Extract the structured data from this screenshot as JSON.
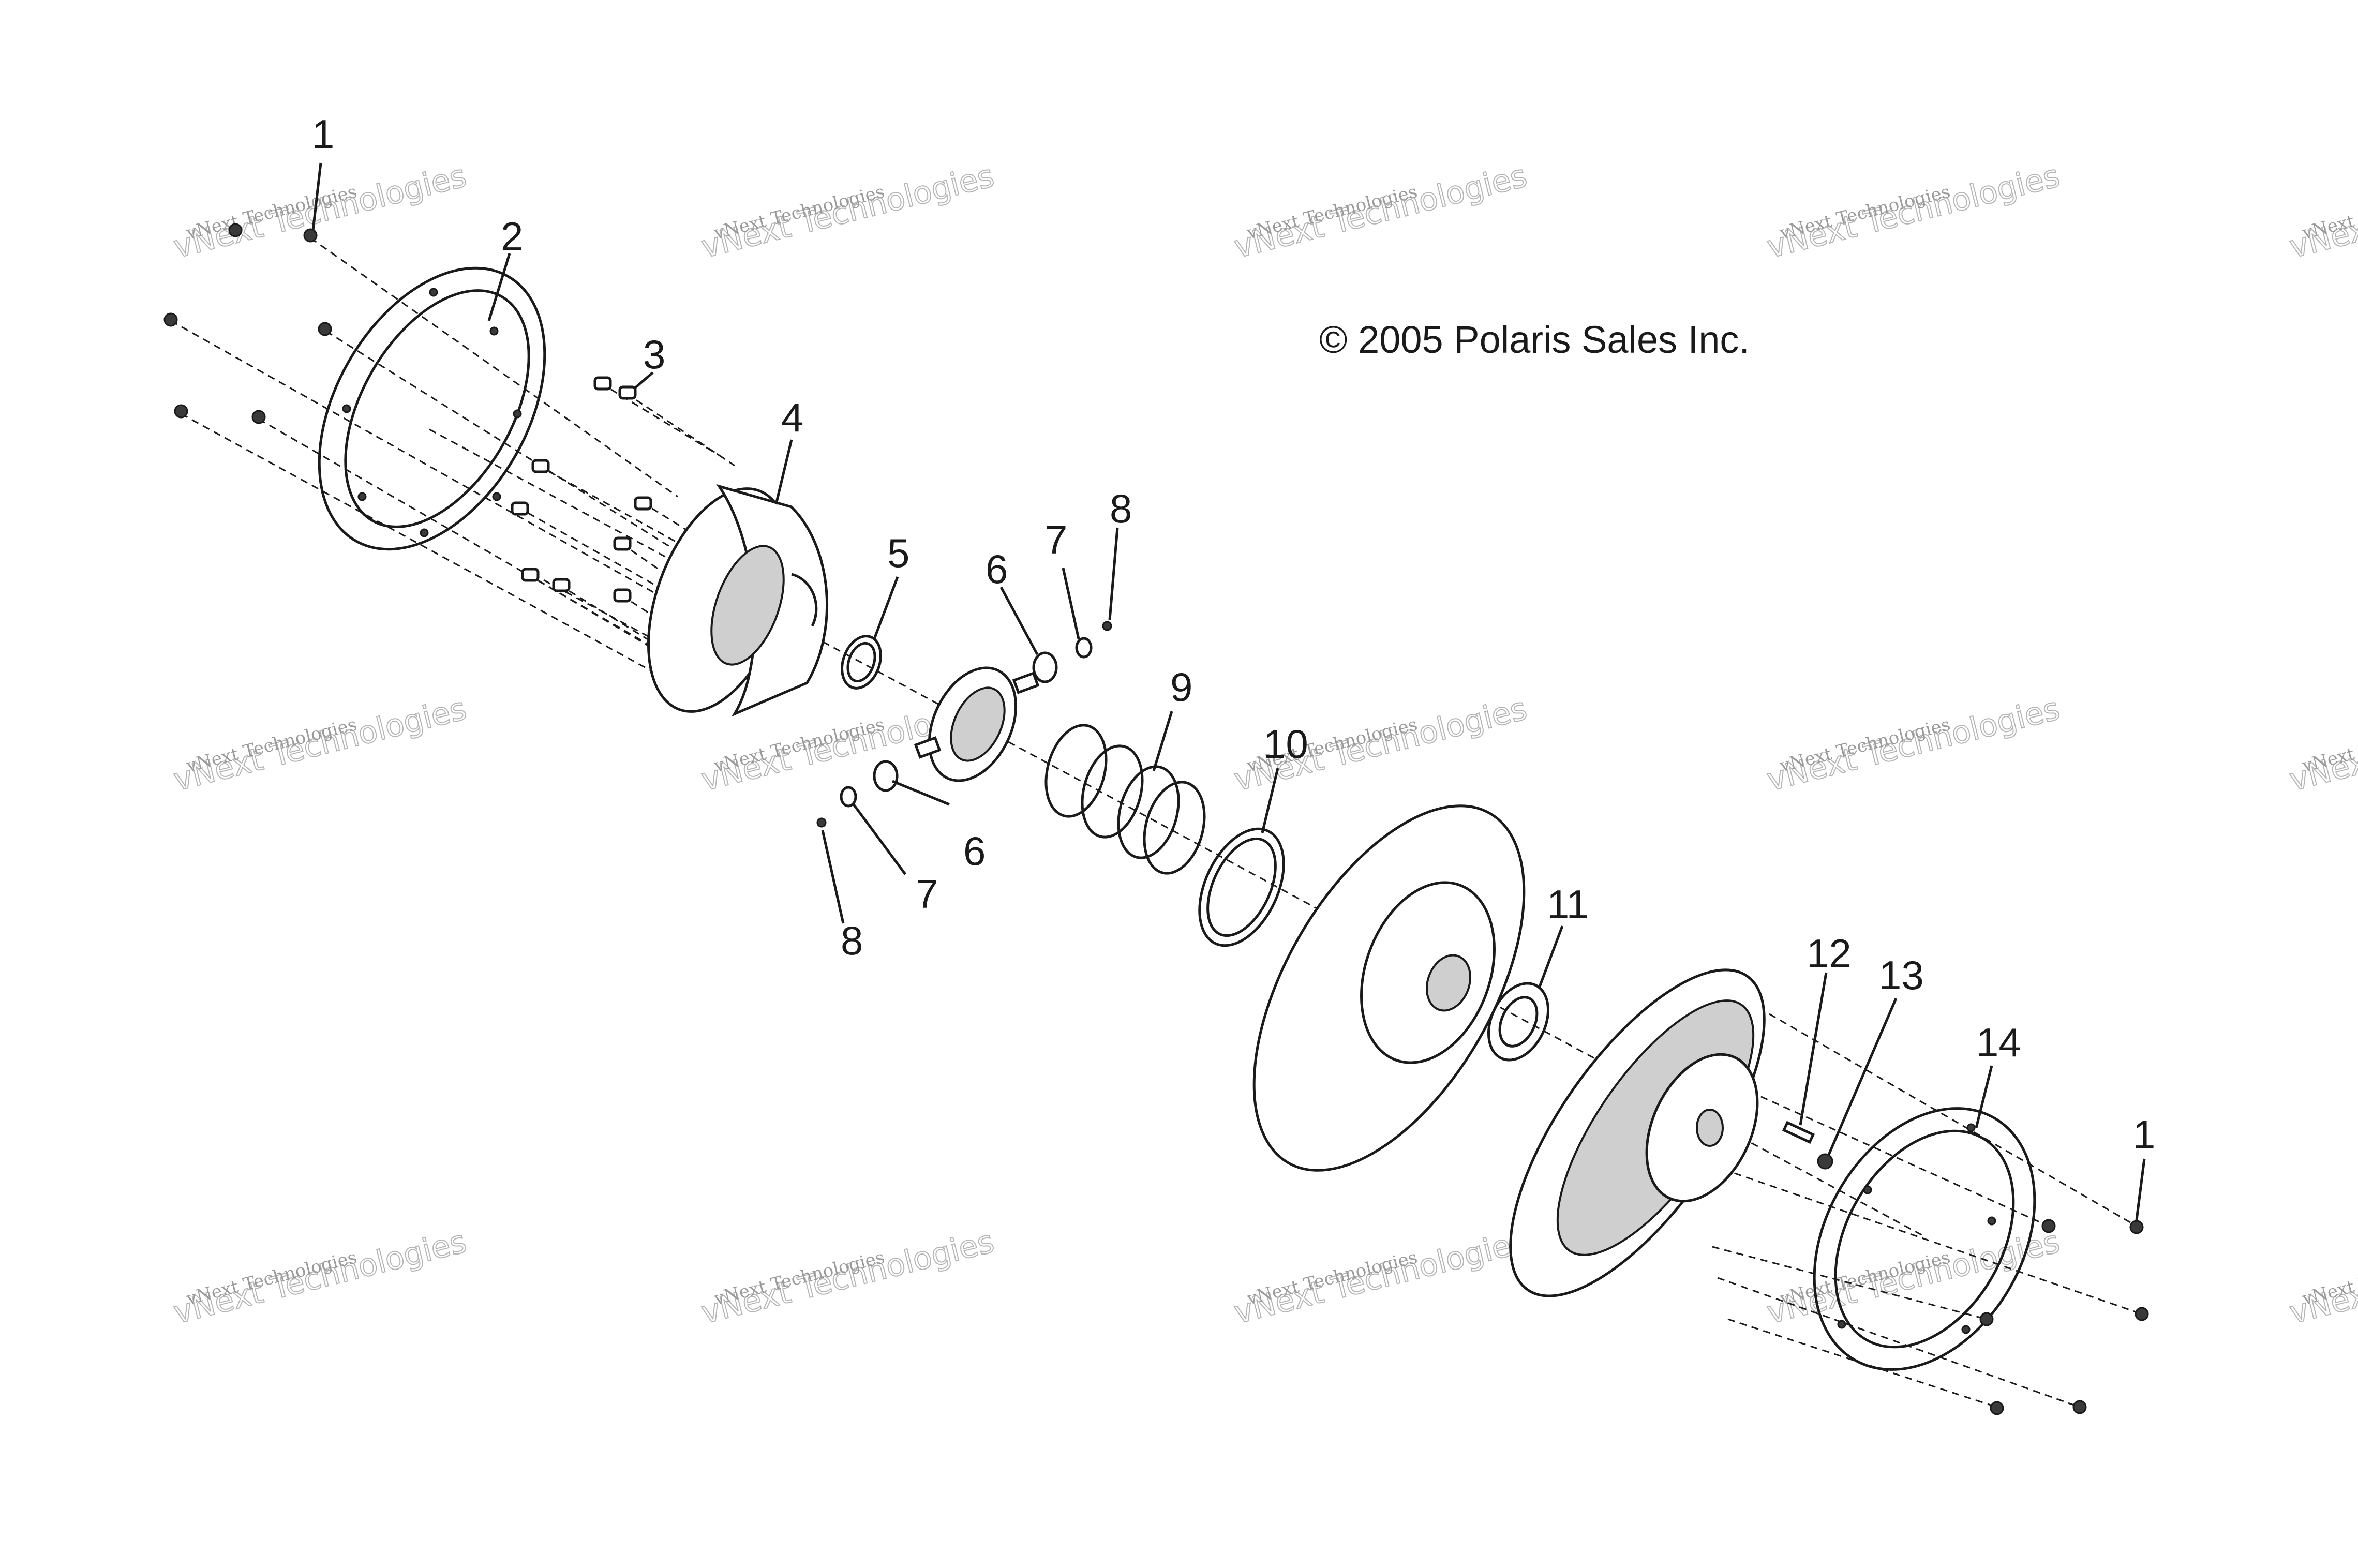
{
  "copyright": "© 2005 Polaris Sales Inc.",
  "watermark": {
    "line1": "vNext Technologies",
    "line2": "vNext Technologies"
  },
  "callouts": [
    "1",
    "2",
    "3",
    "4",
    "5",
    "6",
    "7",
    "8",
    "6",
    "7",
    "8",
    "9",
    "10",
    "11",
    "12",
    "13",
    "14",
    "1"
  ]
}
